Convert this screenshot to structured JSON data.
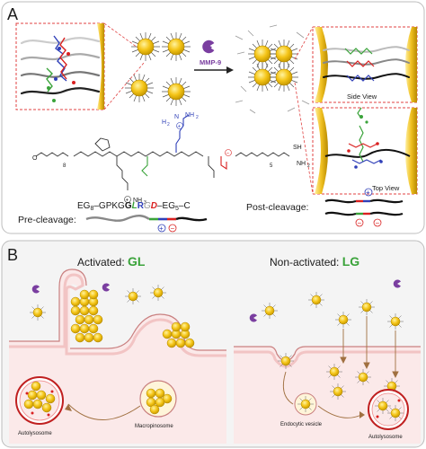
{
  "panel_a": {
    "label": "A",
    "enzyme_label": "MMP-9",
    "side_view_label": "Side View",
    "top_view_label": "Top View",
    "pre_cleavage_label": "Pre-cleavage:",
    "post_cleavage_label": "Post-cleavage:",
    "sequence": {
      "prefix": "EG",
      "prefix_sub": "8",
      "middle": "–GPKG",
      "G_bold": "G",
      "L": "L",
      "R": "R",
      "G_grey": "G",
      "D": "D",
      "suffix": "–EG",
      "suffix_sub": "5",
      "end": "–C"
    },
    "structure_labels": {
      "amine_top": "NH",
      "amine_top_sub": "2",
      "amine_left": "H",
      "amine_left_sub": "2",
      "amine_left_n": "N",
      "ammonium_bottom": "NH",
      "ammonium_bottom_sub": "3",
      "thiol": "SH",
      "amide_end": "NH",
      "amide_end_sub": "2",
      "peg_left_sub": "8",
      "peg_right_sub": "5",
      "ho": "O"
    },
    "charges": {
      "plus": "+",
      "minus": "−"
    }
  },
  "panel_b": {
    "label": "B",
    "activated_prefix": "Activated: ",
    "activated_G": "G",
    "activated_L": "L",
    "nonactivated_prefix": "Non-activated: ",
    "nonactivated_L": "L",
    "nonactivated_G": "G",
    "macropinosome": "Macropinosome",
    "autolysosome_left": "Autolysosome",
    "endocytic_vesicle": "Endocytic vesicle",
    "autolysosome_right": "Autolysosome"
  },
  "colors": {
    "gold": "#f5c518",
    "gold_dark": "#c89a00",
    "membrane_pink": "#f2c4c4",
    "membrane_red": "#c98080",
    "cytoplasm": "#fbe9e9",
    "panel_b_bg": "#f4f4f4",
    "green": "#3aa33a",
    "blue": "#2f3fb8",
    "red": "#d92020",
    "purple": "#7a3ea0",
    "dash_red": "#e04040"
  }
}
